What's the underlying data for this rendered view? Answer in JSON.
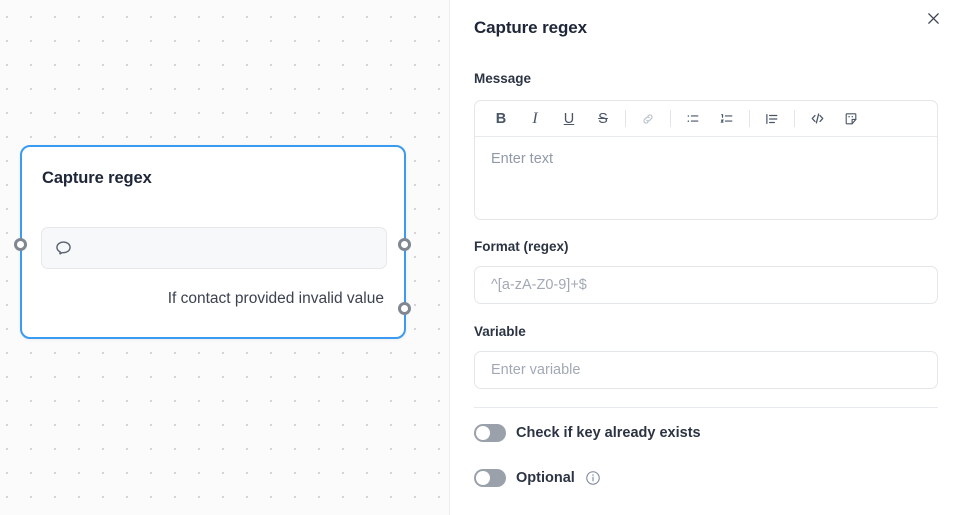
{
  "canvas": {
    "node": {
      "title": "Capture regex",
      "field_icon": "speech-bubble-icon",
      "field_value": "",
      "branch_label": "If contact provided invalid value",
      "border_color": "#3b9bf0",
      "handle_color": "#808791"
    },
    "background_color": "#fbfbfc",
    "dot_color": "#d6d3d9"
  },
  "panel": {
    "title": "Capture regex",
    "close_icon": "close-icon",
    "message": {
      "label": "Message",
      "placeholder": "Enter text",
      "value": "",
      "toolbar": [
        {
          "name": "bold-icon",
          "glyph": "B"
        },
        {
          "name": "italic-icon",
          "glyph": "I"
        },
        {
          "name": "underline-icon",
          "glyph": "U"
        },
        {
          "name": "strikethrough-icon",
          "glyph": "S"
        },
        {
          "name": "link-icon",
          "glyph": "⧉"
        },
        {
          "name": "bulleted-list-icon",
          "glyph": "≡"
        },
        {
          "name": "numbered-list-icon",
          "glyph": "≣"
        },
        {
          "name": "blockquote-icon",
          "glyph": "≡"
        },
        {
          "name": "code-icon",
          "glyph": "</>"
        },
        {
          "name": "sticker-icon",
          "glyph": "□"
        }
      ]
    },
    "format": {
      "label": "Format (regex)",
      "placeholder": "^[a-zA-Z0-9]+$",
      "value": ""
    },
    "variable": {
      "label": "Variable",
      "placeholder": "Enter variable",
      "value": ""
    },
    "toggles": [
      {
        "name": "check-if-key-already-exists",
        "label": "Check if key already exists",
        "state": "off",
        "info": false
      },
      {
        "name": "optional",
        "label": "Optional",
        "state": "off",
        "info": true,
        "info_icon": "info-icon"
      }
    ],
    "accent_color": "#3b9bf0",
    "toggle_off_color": "#9aa1ab"
  }
}
